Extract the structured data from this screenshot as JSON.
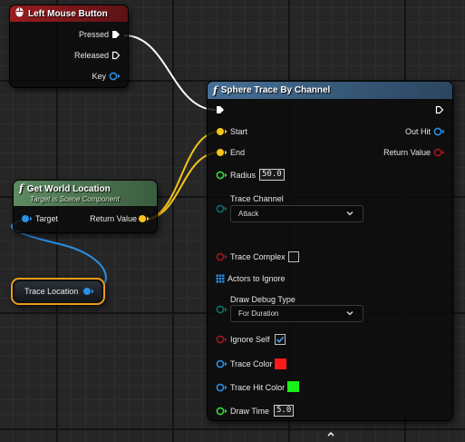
{
  "colors": {
    "exec": "#ffffff",
    "vector": "#f5c518",
    "struct": "#2a8fe6",
    "float": "#37d93d",
    "bool": "#a3161a",
    "enum": "#0f6e6e",
    "trace_header": "#3c5f7e",
    "event_header": "#8e1a1e",
    "pure_header": "#4f7a54"
  },
  "left_mouse_button": {
    "icon": "mouse-icon",
    "title": "Left Mouse Button",
    "pins": {
      "pressed": "Pressed",
      "released": "Released",
      "key": "Key"
    }
  },
  "get_world_location": {
    "func_icon": "f",
    "title": "Get World Location",
    "subtitle": "Target is Scene Component",
    "pins": {
      "target": "Target",
      "return_value": "Return Value"
    }
  },
  "trace_location": {
    "label": "Trace Location"
  },
  "sphere_trace": {
    "func_icon": "f",
    "title": "Sphere Trace By Channel",
    "pins": {
      "start": "Start",
      "end": "End",
      "radius": "Radius",
      "radius_value": "50.0",
      "trace_channel": "Trace Channel",
      "trace_channel_value": "Attack",
      "trace_complex": "Trace Complex",
      "trace_complex_checked": false,
      "actors_to_ignore": "Actors to Ignore",
      "draw_debug_type": "Draw Debug Type",
      "draw_debug_value": "For Duration",
      "ignore_self": "Ignore Self",
      "ignore_self_checked": true,
      "trace_color": "Trace Color",
      "trace_color_value": "#ff1a1a",
      "trace_hit_color": "Trace Hit Color",
      "trace_hit_color_value": "#19f019",
      "draw_time": "Draw Time",
      "draw_time_value": "5.0",
      "out_hit": "Out Hit",
      "return_value": "Return Value"
    }
  }
}
